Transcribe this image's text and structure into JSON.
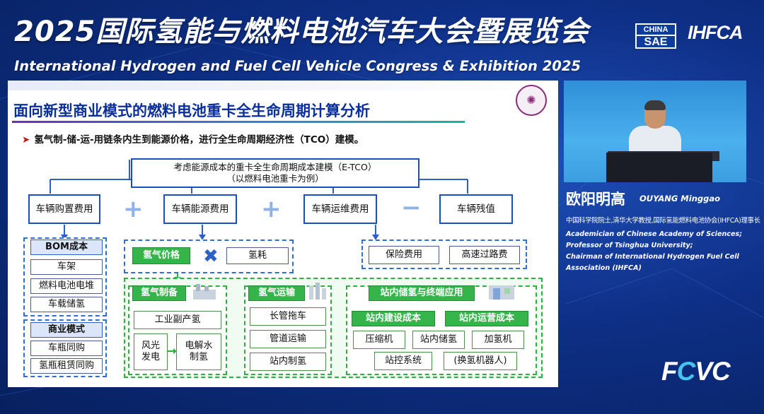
{
  "header": {
    "title_cn": "2025国际氢能与燃料电池汽车大会暨展览会",
    "title_en": "International Hydrogen and Fuel Cell Vehicle Congress & Exhibition 2025",
    "logo_sae_top": "CHINA",
    "logo_sae_bottom": "SAE",
    "logo_ihfca": "IHFCA"
  },
  "slide": {
    "title": "面向新型商业模式的燃料电池重卡全生命周期计算分析",
    "bullet": "氢气制-储-运-用链条内生到能源价格，进行全生命周期经济性（TCO）建模。",
    "top_box_line1": "考虑能源成本的重卡全生命周期成本建模（E-TCO）",
    "top_box_line2": "（以燃料电池重卡为例）",
    "cost_items": [
      "车辆购置费用",
      "车辆能源费用",
      "车辆运维费用",
      "车辆残值"
    ],
    "operators": [
      "+",
      "+",
      "−"
    ],
    "bom": {
      "title": "BOM成本",
      "items": [
        "车架",
        "燃料电池电堆",
        "车载储氢"
      ]
    },
    "business": {
      "title": "商业模式",
      "items": [
        "车瓶同购",
        "氢瓶租赁同购"
      ]
    },
    "energy": {
      "price": "氢气价格",
      "consumption": "氢耗",
      "times": "✖"
    },
    "maintenance": [
      "保险费用",
      "高速过路费"
    ],
    "production": {
      "title": "氢气制备",
      "byproduct": "工业副产氢",
      "renewable": "风光\n发电",
      "electrolysis": "电解水\n制氢"
    },
    "transport": {
      "title": "氢气运输",
      "items": [
        "长管拖车",
        "管道运输",
        "站内制氢"
      ]
    },
    "station": {
      "title": "站内储氢与终端应用",
      "build_cost": "站内建设成本",
      "operating_cost": "站内运营成本",
      "items": [
        "压缩机",
        "站内储氢",
        "加氢机",
        "站控系统",
        "(换氢机器人)"
      ]
    }
  },
  "speaker": {
    "name_cn": "欧阳明高",
    "name_en": "OUYANG Minggao",
    "affiliation_cn": "中国科学院院士,清华大学教授,国际氢能燃料电池协会(IHFCA)理事长",
    "titles_en": [
      "Academician of Chinese Academy of Sciences;",
      "Professor of Tsinghua University;",
      "Chairman of International Hydrogen Fuel Cell",
      "Association (IHFCA)"
    ]
  },
  "footer_logo": {
    "f": "F",
    "c": "C",
    "vc": "VC"
  },
  "colors": {
    "background": "#0e2f86",
    "slide_title": "#0a2f9c",
    "green": "#35b44a",
    "blue": "#1a4fc4"
  }
}
